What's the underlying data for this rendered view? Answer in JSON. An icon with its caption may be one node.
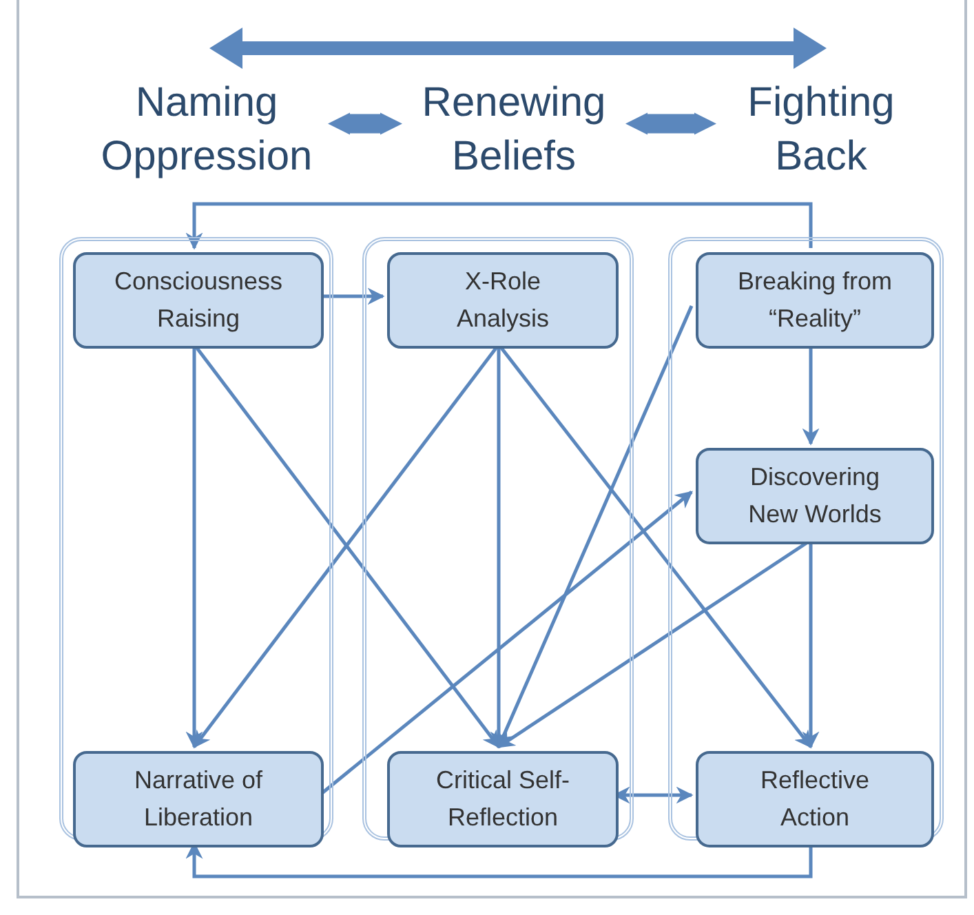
{
  "diagram": {
    "nodes": [
      {
        "text": [
          "Naming Oppression"
        ]
      },
      {
        "text": [
          "Renewing Beliefs"
        ]
      },
      {
        "text": [
          "Fighting Back"
        ]
      },
      {
        "text": [],
        "shape": "box"
      },
      {
        "text": [
          "Consciousness Raising"
        ],
        "in": 3
      },
      {
        "text": [
          "Narrative of Liberation"
        ],
        "in": 3
      },
      {
        "text": [],
        "shape": "box"
      },
      {
        "text": [
          "X-Role Analysis"
        ],
        "in": 6
      },
      {
        "text": [
          "Critical Self-Reflection"
        ],
        "in": 6
      },
      {
        "text": [],
        "shape": "box"
      },
      {
        "text": [
          "Breaking from “Reality”"
        ],
        "in": 9
      },
      {
        "text": [
          "Discovering New Worlds"
        ],
        "in": 9
      },
      {
        "text": [
          "Reflective Action"
        ],
        "in": 9
      }
    ],
    "edges": [
      {
        "from": 0,
        "to": 1,
        "arrow": "both",
        "style": "thick"
      },
      {
        "from": 1,
        "to": 2,
        "arrow": "both",
        "style": "thick"
      },
      {
        "from": 10,
        "to": 4,
        "arrow": "to"
      },
      {
        "from": 4,
        "to": 7,
        "arrow": "to"
      },
      {
        "from": 4,
        "to": 5,
        "arrow": "to"
      },
      {
        "from": 4,
        "to": 8,
        "arrow": "to"
      },
      {
        "from": 7,
        "to": 5,
        "arrow": "to"
      },
      {
        "from": 7,
        "to": 8,
        "arrow": "to"
      },
      {
        "from": 7,
        "to": 12,
        "arrow": "to"
      },
      {
        "from": 10,
        "to": 8,
        "arrow": "to"
      },
      {
        "from": 10,
        "to": 11,
        "arrow": "to"
      },
      {
        "from": 5,
        "to": 11,
        "arrow": "to"
      },
      {
        "from": 11,
        "to": 8,
        "arrow": "to"
      },
      {
        "from": 11,
        "to": 12,
        "arrow": "to"
      },
      {
        "from": 8,
        "to": 12,
        "arrow": "both"
      },
      {
        "from": 12,
        "to": 5,
        "arrow": "to"
      }
    ]
  }
}
